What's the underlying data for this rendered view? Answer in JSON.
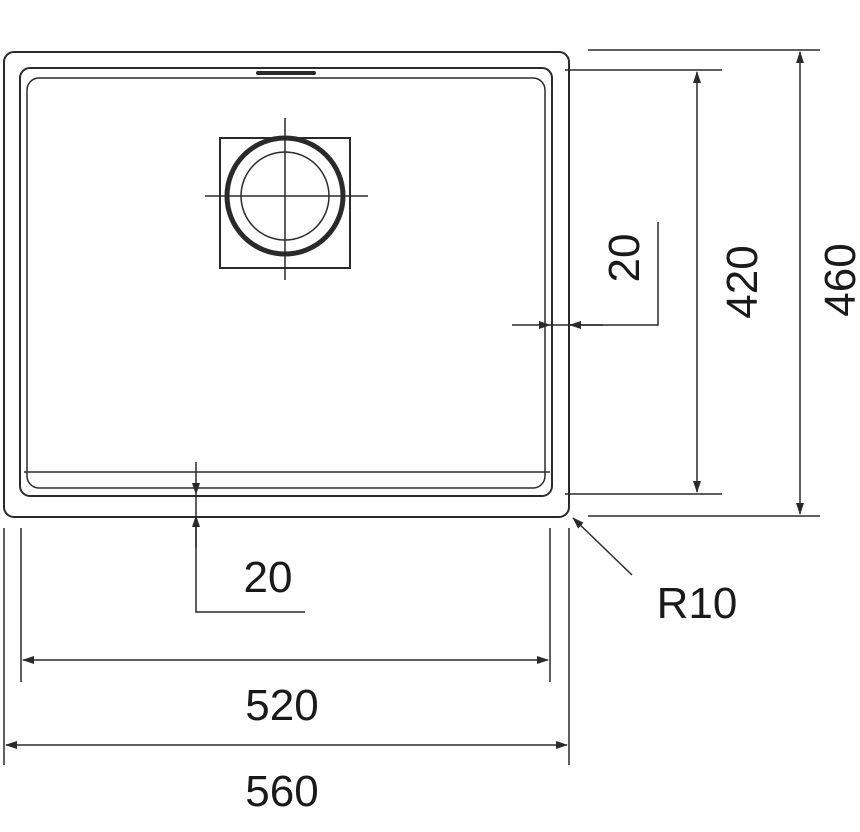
{
  "dimensions": {
    "inner_width": "520",
    "outer_width": "560",
    "inner_height": "420",
    "outer_height": "460",
    "rim_side": "20",
    "rim_bottom": "20",
    "corner_radius": "R10"
  },
  "colors": {
    "line": "#2a2a2a",
    "text": "#1a1a1a",
    "background": "#ffffff"
  }
}
